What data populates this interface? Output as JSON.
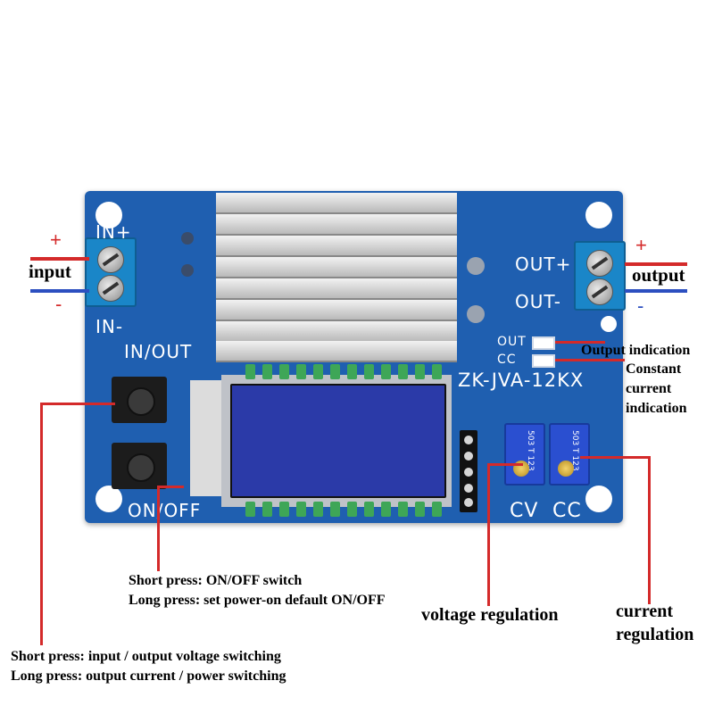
{
  "pcb": {
    "in_plus": "IN+",
    "in_minus": "IN-",
    "in_out": "IN/OUT",
    "out_plus": "OUT+",
    "out_minus": "OUT-",
    "out_led": "OUT",
    "cc_led": "CC",
    "model": "ZK-JVA-12KX",
    "on_off": "ON/OFF",
    "cv": "CV",
    "cc": "CC",
    "pot_label": "503 T 123"
  },
  "annotations": {
    "input_plus": "+",
    "input_minus": "-",
    "input": "input",
    "output_plus": "+",
    "output_minus": "-",
    "output": "output",
    "output_indication": "Output indication",
    "constant_current_indication": [
      "Constant",
      "current",
      "indication"
    ],
    "onoff_button": [
      "Short press: ON/OFF switch",
      "Long press: set power-on default ON/OFF"
    ],
    "voltage_regulation": "voltage regulation",
    "current_regulation": [
      "current",
      "regulation"
    ],
    "inout_button": [
      "Short press: input / output voltage switching",
      "Long press: output current / power switching"
    ]
  },
  "colors": {
    "pcb": "#1f5fb0",
    "annotation_red": "#d42a2a",
    "annotation_blue": "#2c4fc0",
    "lcd": "#2b3aa8"
  }
}
